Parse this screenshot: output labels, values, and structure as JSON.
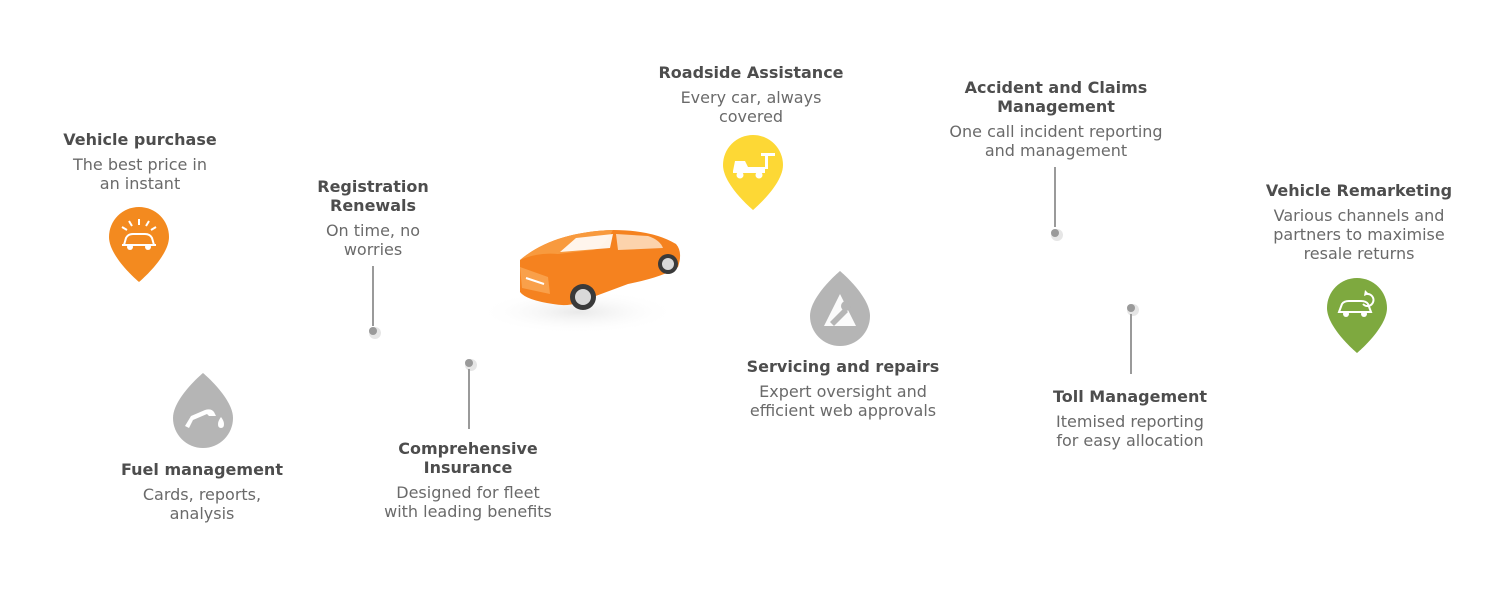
{
  "features": {
    "vehicle_purchase": {
      "title": "Vehicle purchase",
      "desc": "The best price in\nan instant",
      "color": "#f38a1f",
      "icon": "car-flash-icon"
    },
    "fuel_management": {
      "title": "Fuel management",
      "desc": "Cards, reports,\nanalysis",
      "color": "#b5b5b5",
      "icon": "fuel-nozzle-icon"
    },
    "registration_renewals": {
      "title": "Registration\nRenewals",
      "desc": "On time, no\nworries"
    },
    "comprehensive_insurance": {
      "title": "Comprehensive\nInsurance",
      "desc": "Designed for fleet\nwith leading benefits"
    },
    "roadside_assistance": {
      "title": "Roadside Assistance",
      "desc": "Every car, always\ncovered",
      "color": "#fdd835",
      "icon": "tow-truck-icon"
    },
    "servicing_repairs": {
      "title": "Servicing and repairs",
      "desc": "Expert oversight and\nefficient web approvals",
      "color": "#b5b5b5",
      "icon": "wrench-icon"
    },
    "accident_claims": {
      "title": "Accident and Claims\nManagement",
      "desc": "One call incident reporting\nand management"
    },
    "toll_management": {
      "title": "Toll Management",
      "desc": "Itemised reporting\nfor easy allocation"
    },
    "vehicle_remarketing": {
      "title": "Vehicle Remarketing",
      "desc": "Various channels and\npartners to maximise\nresale returns",
      "color": "#7ea93f",
      "icon": "car-refresh-icon"
    }
  },
  "center": {
    "icon": "orange-car-icon",
    "color": "#f5821f"
  }
}
